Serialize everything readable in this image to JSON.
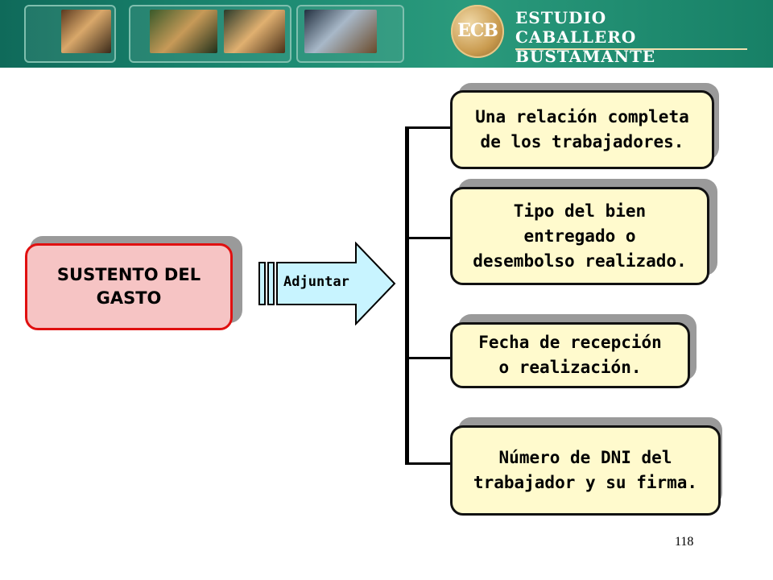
{
  "header": {
    "company_line1": "ESTUDIO",
    "company_line2": "CABALLERO BUSTAMANTE",
    "logo_mark": "ECB"
  },
  "diagram": {
    "main_label": "SUSTENTO DEL\nGASTO",
    "arrow_label": "Adjuntar",
    "items": [
      "Una relación completa\n de los trabajadores.",
      "Tipo del bien\n entregado o\ndesembolso realizado.",
      "Fecha de recepción\n o realización.",
      "Número de DNI del\ntrabajador  y su firma."
    ]
  },
  "footer": {
    "page_number": "118"
  },
  "colors": {
    "banner": "#1c8a72",
    "main_box": "#f6c4c4",
    "main_border": "#e01010",
    "item_box": "#fffacd",
    "arrow": "#c8f4ff"
  }
}
